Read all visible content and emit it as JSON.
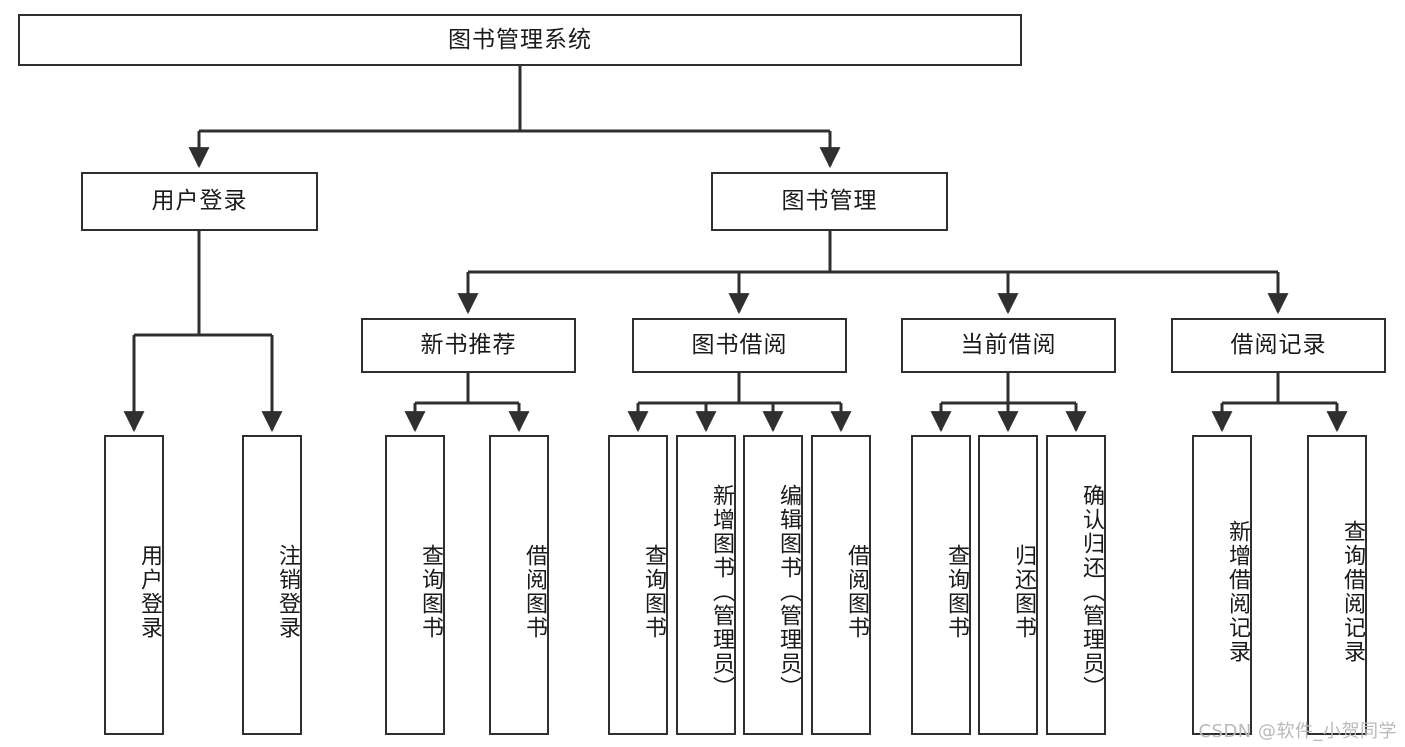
{
  "diagram": {
    "title": "图书管理系统",
    "type": "tree",
    "watermark": "CSDN @软件_小贺同学",
    "colors": {
      "border": "#2f2f2f",
      "node_fill": "#ffffff",
      "edge": "#2f2f2f",
      "text": "#1a1a1a",
      "watermark": "#b9b9b9",
      "background": "#ffffff"
    },
    "nodes": {
      "root": {
        "label": "图书管理系统",
        "orientation": "horizontal"
      },
      "user_login": {
        "label": "用户登录",
        "orientation": "horizontal"
      },
      "book_manage": {
        "label": "图书管理",
        "orientation": "horizontal"
      },
      "new_book_rec": {
        "label": "新书推荐",
        "orientation": "horizontal"
      },
      "book_borrow": {
        "label": "图书借阅",
        "orientation": "horizontal"
      },
      "current_borrow": {
        "label": "当前借阅",
        "orientation": "horizontal"
      },
      "borrow_record": {
        "label": "借阅记录",
        "orientation": "horizontal"
      },
      "leaf_user_login": {
        "label": "用户登录",
        "orientation": "vertical"
      },
      "leaf_logout": {
        "label": "注销登录",
        "orientation": "vertical"
      },
      "leaf_query_book_1": {
        "label": "查询图书",
        "orientation": "vertical"
      },
      "leaf_borrow_book_1": {
        "label": "借阅图书",
        "orientation": "vertical"
      },
      "leaf_query_book_2": {
        "label": "查询图书",
        "orientation": "vertical"
      },
      "leaf_add_book": {
        "label": "新增图书（管理员）",
        "orientation": "vertical"
      },
      "leaf_edit_book": {
        "label": "编辑图书（管理员）",
        "orientation": "vertical"
      },
      "leaf_borrow_book_2": {
        "label": "借阅图书",
        "orientation": "vertical"
      },
      "leaf_query_book_3": {
        "label": "查询图书",
        "orientation": "vertical"
      },
      "leaf_return_book": {
        "label": "归还图书",
        "orientation": "vertical"
      },
      "leaf_confirm_return": {
        "label": "确认归还（管理员）",
        "orientation": "vertical"
      },
      "leaf_add_record": {
        "label": "新增借阅记录",
        "orientation": "vertical"
      },
      "leaf_query_record": {
        "label": "查询借阅记录",
        "orientation": "vertical"
      }
    },
    "hierarchy": [
      {
        "label": "图书管理系统",
        "children": [
          {
            "label": "用户登录",
            "children": [
              {
                "label": "用户登录"
              },
              {
                "label": "注销登录"
              }
            ]
          },
          {
            "label": "图书管理",
            "children": [
              {
                "label": "新书推荐",
                "children": [
                  {
                    "label": "查询图书"
                  },
                  {
                    "label": "借阅图书"
                  }
                ]
              },
              {
                "label": "图书借阅",
                "children": [
                  {
                    "label": "查询图书"
                  },
                  {
                    "label": "新增图书（管理员）"
                  },
                  {
                    "label": "编辑图书（管理员）"
                  },
                  {
                    "label": "借阅图书"
                  }
                ]
              },
              {
                "label": "当前借阅",
                "children": [
                  {
                    "label": "查询图书"
                  },
                  {
                    "label": "归还图书"
                  },
                  {
                    "label": "确认归还（管理员）"
                  }
                ]
              },
              {
                "label": "借阅记录",
                "children": [
                  {
                    "label": "新增借阅记录"
                  },
                  {
                    "label": "查询借阅记录"
                  }
                ]
              }
            ]
          }
        ]
      }
    ]
  }
}
